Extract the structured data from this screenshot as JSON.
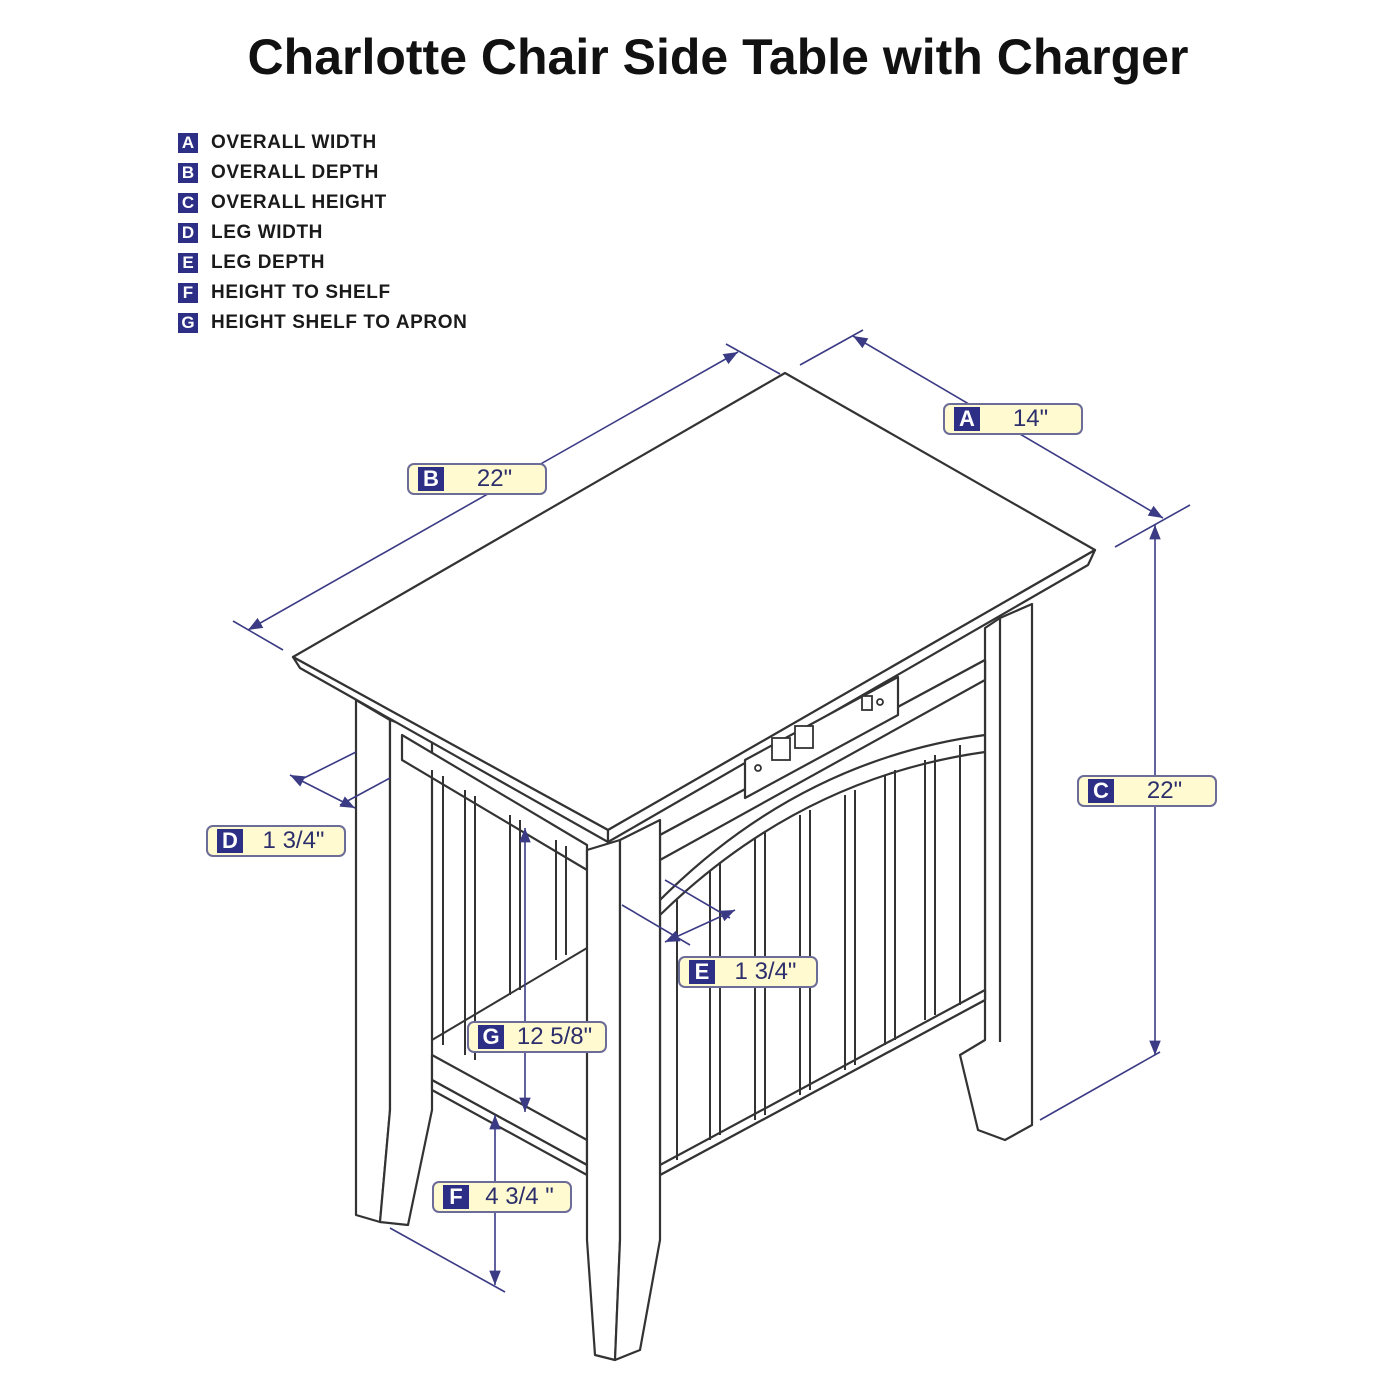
{
  "title": "Charlotte Chair Side Table with Charger",
  "legend": [
    {
      "key": "A",
      "label": "OVERALL WIDTH"
    },
    {
      "key": "B",
      "label": "OVERALL DEPTH"
    },
    {
      "key": "C",
      "label": "OVERALL HEIGHT"
    },
    {
      "key": "D",
      "label": "LEG WIDTH"
    },
    {
      "key": "E",
      "label": "LEG DEPTH"
    },
    {
      "key": "F",
      "label": "HEIGHT TO SHELF"
    },
    {
      "key": "G",
      "label": "HEIGHT SHELF TO APRON"
    }
  ],
  "dimensions": {
    "A": {
      "key": "A",
      "value": "14\""
    },
    "B": {
      "key": "B",
      "value": "22\""
    },
    "C": {
      "key": "C",
      "value": "22\""
    },
    "D": {
      "key": "D",
      "value": "1 3/4\""
    },
    "E": {
      "key": "E",
      "value": "1 3/4\""
    },
    "F": {
      "key": "F",
      "value": "4 3/4 \""
    },
    "G": {
      "key": "G",
      "value": "12 5/8\""
    }
  },
  "colors": {
    "badge": "#2d2f86",
    "label_bg": "#fffad0",
    "dim_line": "#3b3b85",
    "outline": "#333333"
  }
}
